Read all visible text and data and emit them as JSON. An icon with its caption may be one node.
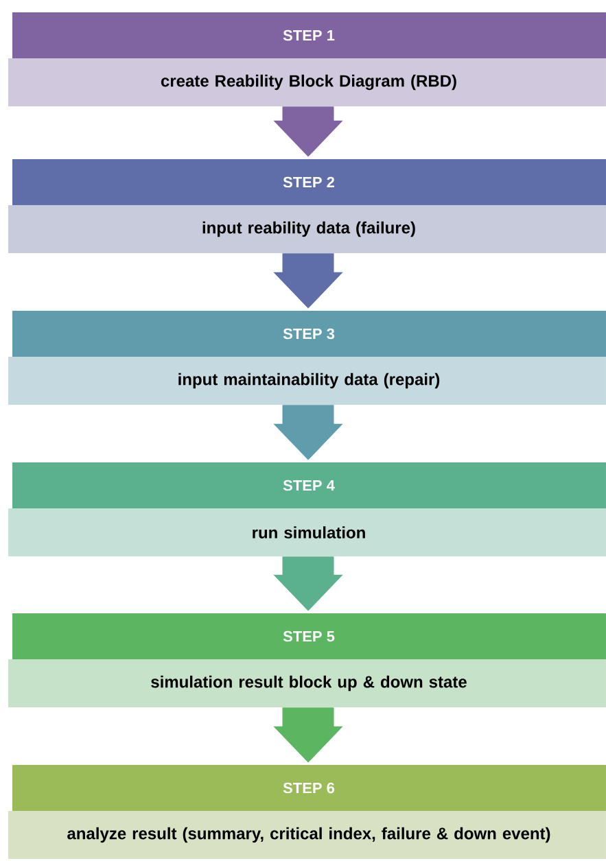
{
  "diagram": {
    "nodes": [
      {
        "text": [
          "STEP 1",
          "create Reability Block Diagram (RBD)"
        ]
      },
      {
        "text": [
          "STEP 2",
          "input reability data (failure)"
        ]
      },
      {
        "text": [
          "STEP 3",
          "input maintainability data (repair)"
        ]
      },
      {
        "text": [
          "STEP 4",
          "run simulation"
        ]
      },
      {
        "text": [
          "STEP 5",
          "simulation result block up & down state"
        ]
      },
      {
        "text": [
          "STEP 6",
          "analyze result (summary, critical index, failure & down event)"
        ]
      }
    ],
    "edges": [
      {
        "from": 0,
        "to": 1,
        "arrow": "to",
        "color": "#8064a2"
      },
      {
        "from": 1,
        "to": 2,
        "arrow": "to",
        "color": "#5f6ea8"
      },
      {
        "from": 2,
        "to": 3,
        "arrow": "to",
        "color": "#5f9dad"
      },
      {
        "from": 3,
        "to": 4,
        "arrow": "to",
        "color": "#5bb08e"
      },
      {
        "from": 4,
        "to": 5,
        "arrow": "to",
        "color": "#5cb561"
      }
    ]
  }
}
